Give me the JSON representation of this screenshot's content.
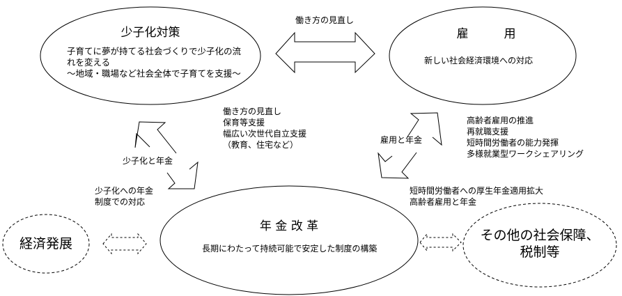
{
  "nodes": {
    "shoshika": {
      "title": "少子化対策",
      "lines": [
        "子育てに夢が持てる社会づくりで少子化の流",
        "れを変える",
        "～地域・職場など社会全体で子育てを支援～"
      ]
    },
    "koyo": {
      "title": "雇　　　用",
      "subtitle": "新しい社会経済環境への対応"
    },
    "nenkin": {
      "title": "年 金 改 革",
      "subtitle": "長期にわたって持続可能で安定した制度の構築"
    },
    "keizai": {
      "title": "経済発展"
    },
    "sonota": {
      "lines": [
        "その他の社会保障、",
        "税制等"
      ]
    }
  },
  "links": {
    "top": {
      "label": "働き方の見直し"
    },
    "left_cycle": {
      "label": "少子化と年金"
    },
    "right_cycle": {
      "label": "雇用と年金"
    }
  },
  "notes": {
    "shoshika_to_nenkin": [
      "働き方の見直し",
      "保育等支援",
      "幅広い次世代自立支援",
      "（教育、住宅など）"
    ],
    "nenkin_response": [
      "少子化への年金",
      "制度での対応"
    ],
    "koyo_points": [
      "高齢者雇用の推進",
      "再就職支援",
      "短時間労働者の能力発揮",
      "多様就業型ワークシェアリング"
    ],
    "koyo_nenkin": [
      "短時間労働者への厚生年金適用拡大",
      "高齢者雇用と年金"
    ]
  }
}
